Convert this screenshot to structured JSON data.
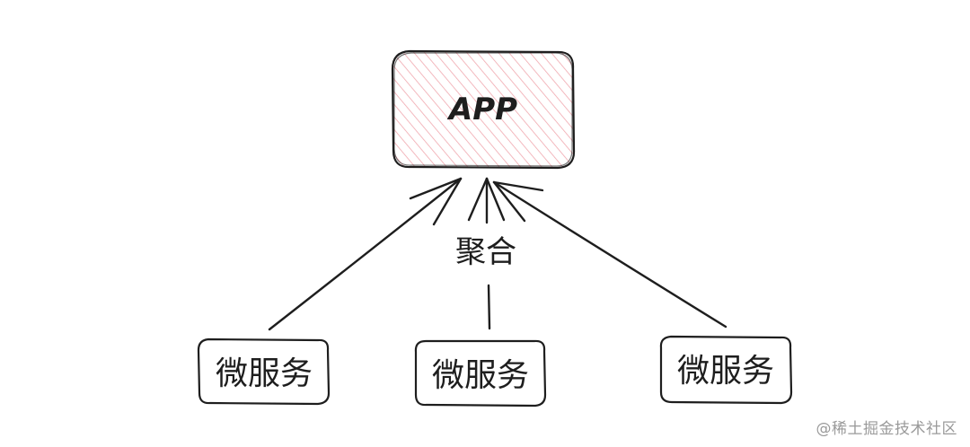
{
  "nodes": {
    "app": {
      "label": "APP",
      "fill": "#f5c2c7"
    },
    "service_left": {
      "label": "微服务"
    },
    "service_center": {
      "label": "微服务"
    },
    "service_right": {
      "label": "微服务"
    }
  },
  "edges": {
    "aggregate_label": "聚合"
  },
  "watermark": "@稀土掘金技术社区",
  "colors": {
    "stroke": "#1e1e1e",
    "hatch": "#f0a7ae",
    "watermark": "#9a9a9a"
  }
}
